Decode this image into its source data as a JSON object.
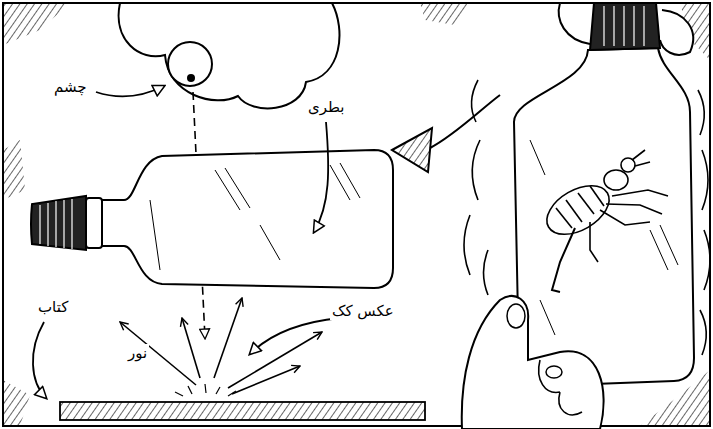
{
  "diagram": {
    "labels": [
      "چشم",
      "بطری",
      "عکس کک",
      "کتاب",
      "نور"
    ]
  }
}
